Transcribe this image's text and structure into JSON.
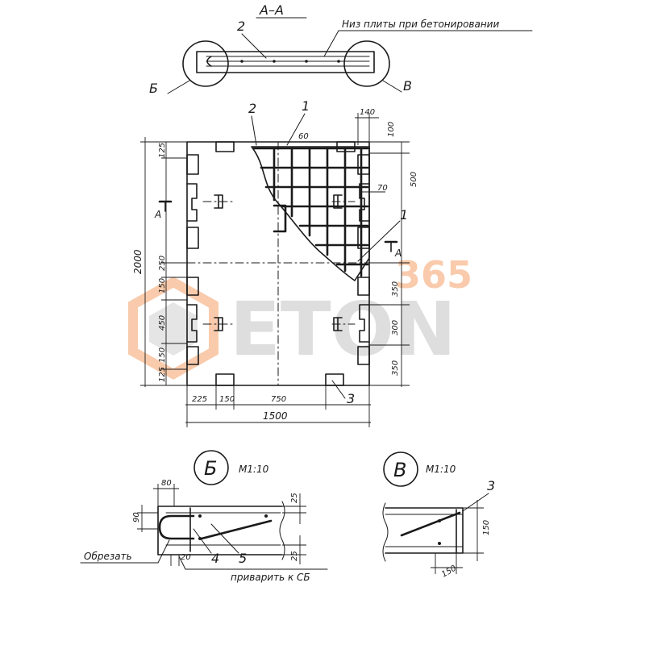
{
  "section": {
    "title": "А–А",
    "note": "Низ плиты при бетонировании",
    "callout_2": "2",
    "callout_b": "Б",
    "callout_v": "В"
  },
  "plan": {
    "callout_1_top": "1",
    "callout_2_top": "2",
    "callout_1_right": "1",
    "callout_3": "3",
    "cut_left": "А",
    "cut_right": "А",
    "dims": {
      "d140": "140",
      "d100": "100",
      "d60": "60",
      "d500": "500",
      "d70": "70",
      "d350a": "350",
      "d300": "300",
      "d350b": "350",
      "d2000": "2000",
      "d125a": "125",
      "d250": "250",
      "d150a": "150",
      "d450": "450",
      "d150b": "150",
      "d125b": "125",
      "d225": "225",
      "d150c": "150",
      "d750": "750",
      "d1500": "1500"
    }
  },
  "detail_b": {
    "label": "Б",
    "scale": "М1:10",
    "d80": "80",
    "d90": "90",
    "d25a": "25",
    "d25b": "25",
    "d20": "20",
    "cut_note": "Обрезать",
    "weld_note": "приварить к СБ",
    "callout_4": "4",
    "callout_5": "5"
  },
  "detail_v": {
    "label": "В",
    "scale": "М1:10",
    "callout_3": "3",
    "d150a": "150",
    "d150b": "150"
  },
  "watermark": {
    "number": "365",
    "word": "ETON",
    "accent_color": "#f5a26a",
    "gray_color": "#c9c9c9"
  }
}
